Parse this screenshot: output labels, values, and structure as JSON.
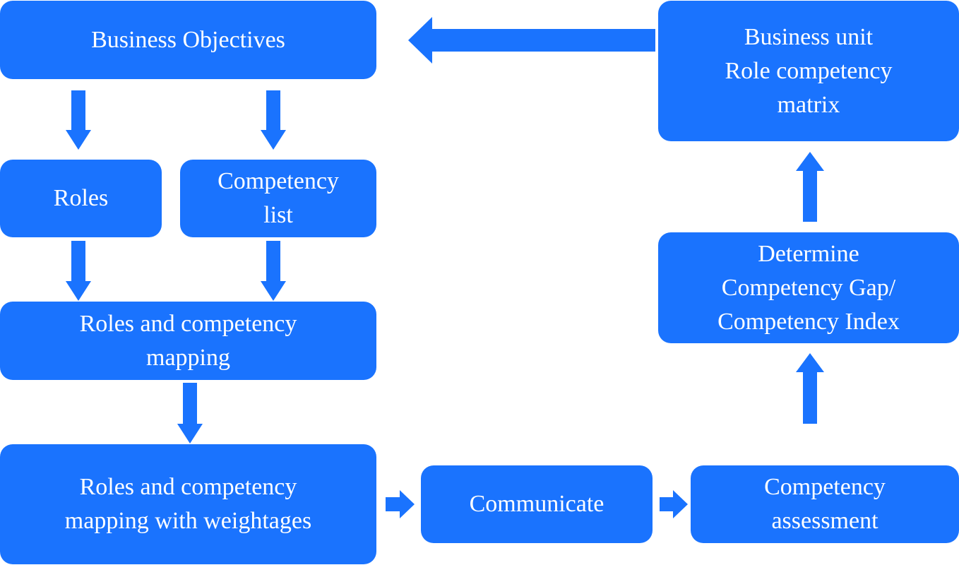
{
  "diagram": {
    "accent_color": "#1a73fe",
    "background_color": "#ffffff",
    "nodes": {
      "business_objectives": "Business Objectives",
      "roles": "Roles",
      "competency_list": "Competency\nlist",
      "roles_competency_mapping": "Roles and competency\nmapping",
      "mapping_with_weightages": "Roles and competency\nmapping with weightages",
      "communicate": "Communicate",
      "competency_assessment": "Competency\nassessment",
      "determine_gap": "Determine\nCompetency Gap/\nCompetency Index",
      "bu_matrix": "Business unit\nRole competency\nmatrix"
    },
    "edges": [
      {
        "from": "business_objectives",
        "to": "roles"
      },
      {
        "from": "business_objectives",
        "to": "competency_list"
      },
      {
        "from": "roles",
        "to": "roles_competency_mapping"
      },
      {
        "from": "competency_list",
        "to": "roles_competency_mapping"
      },
      {
        "from": "roles_competency_mapping",
        "to": "mapping_with_weightages"
      },
      {
        "from": "mapping_with_weightages",
        "to": "communicate"
      },
      {
        "from": "communicate",
        "to": "competency_assessment"
      },
      {
        "from": "competency_assessment",
        "to": "determine_gap"
      },
      {
        "from": "determine_gap",
        "to": "bu_matrix"
      },
      {
        "from": "bu_matrix",
        "to": "business_objectives"
      }
    ]
  }
}
